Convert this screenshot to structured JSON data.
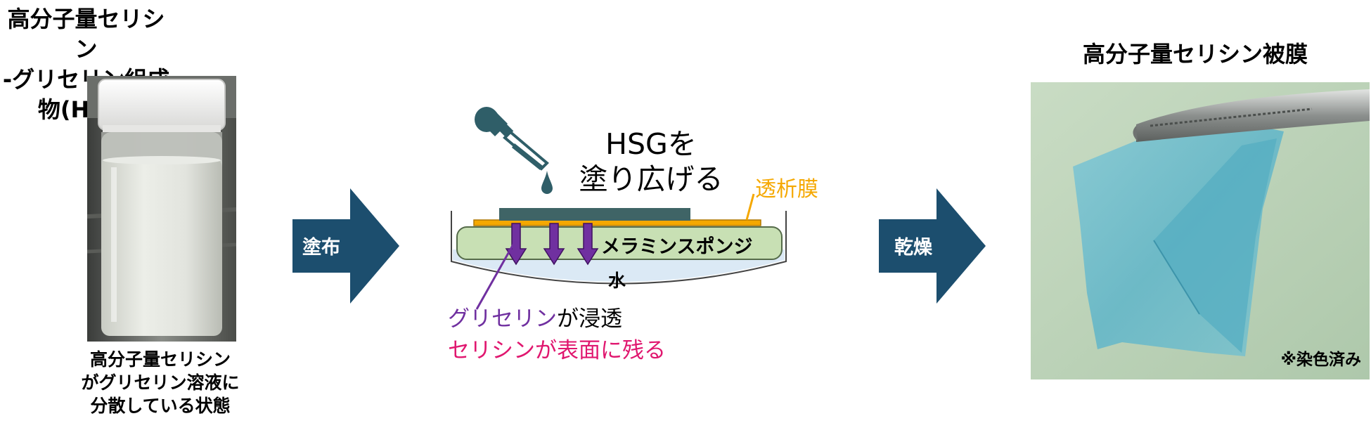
{
  "left": {
    "title_line1": "高分子量セリシン",
    "title_line2": "-グリセリン組成物(HSG)",
    "caption_line1": "高分子量セリシン",
    "caption_line2": "がグリセリン溶液に",
    "caption_line3": "分散している状態"
  },
  "arrows": {
    "apply_label": "塗布",
    "dry_label": "乾燥",
    "fill_color": "#1c4e6e"
  },
  "process": {
    "hsg_line1": "HSGを",
    "hsg_line2": "塗り広げる",
    "membrane_label": "透析膜",
    "sponge_label": "メラミンスポンジ",
    "water_label": "水",
    "glycerin_note_part1": "グリセリン",
    "glycerin_note_part2": "が浸透",
    "sericin_note": "セリシンが表面に残る",
    "colors": {
      "membrane": "#f5a800",
      "sponge": "#c8e0b4",
      "water": "#dbe9f5",
      "hsg_layer": "#3f6466",
      "glycerin_purple": "#7030a0",
      "sericin_pink": "#e0176f",
      "dropper": "#2f5e68"
    }
  },
  "right": {
    "title": "高分子量セリシン被膜",
    "stain_note": "※染色済み"
  }
}
